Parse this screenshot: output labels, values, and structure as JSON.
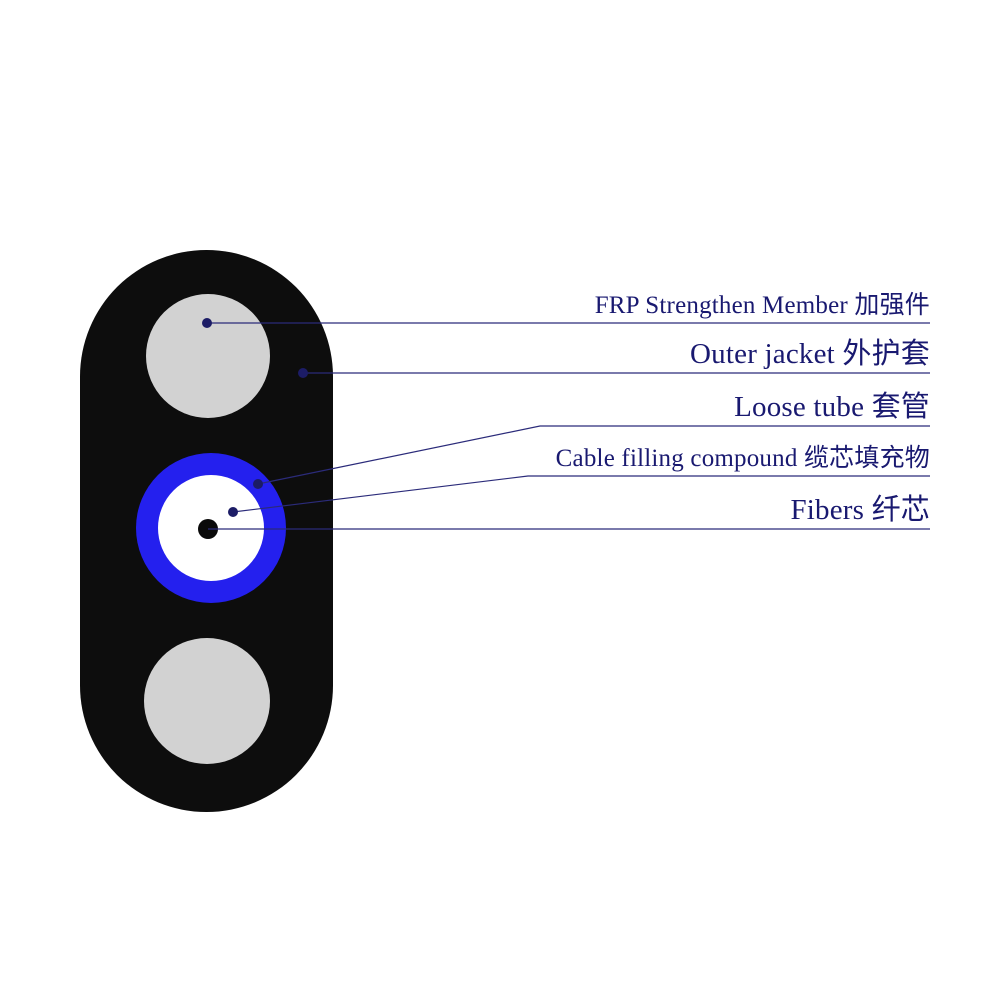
{
  "figure": {
    "type": "fiber-optic-drop-cable-cross-section",
    "labels": {
      "frp": "FRP Strengthen Member 加强件",
      "outer_jacket": "Outer jacket 外护套",
      "loose_tube": "Loose tube 套管",
      "filling_compound": "Cable filling compound 缆芯填充物",
      "fibers": "Fibers 纤芯"
    },
    "colors": {
      "background": "#ffffff",
      "cable_body": "#0d0d0d",
      "strength_member": "#d2d2d2",
      "loose_tube": "#2420ee",
      "filling_compound": "#ffffff",
      "fiber_core": "#0a0a0a",
      "label_text": "#191970",
      "leader_line": "#2b2b7a",
      "pointer_dot": "#1c1c66"
    }
  }
}
